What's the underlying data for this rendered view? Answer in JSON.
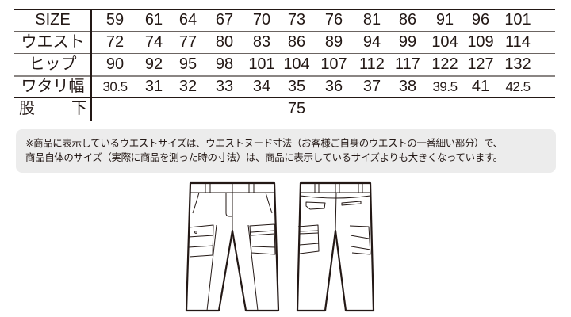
{
  "size_chart": {
    "row_headers": [
      "SIZE",
      "ウエスト",
      "ヒップ",
      "ワタリ幅",
      "股　　下"
    ],
    "sizes": [
      "59",
      "61",
      "64",
      "67",
      "70",
      "73",
      "76",
      "81",
      "86",
      "91",
      "96",
      "101"
    ],
    "waist": [
      "72",
      "74",
      "77",
      "80",
      "83",
      "86",
      "89",
      "94",
      "99",
      "104",
      "109",
      "114"
    ],
    "hip": [
      "90",
      "92",
      "95",
      "98",
      "101",
      "104",
      "107",
      "112",
      "117",
      "122",
      "127",
      "132"
    ],
    "thigh_width": [
      "30.5",
      "31",
      "32",
      "33",
      "34",
      "35",
      "36",
      "37",
      "38",
      "39.5",
      "41",
      "42.5"
    ],
    "inseam": "75"
  },
  "note": {
    "line1": "※商品に表示しているウエストサイズは、ウエストヌード寸法（お客様ご自身のウエストの一番細い部分）で、",
    "line2": "商品自体のサイズ（実際に商品を測った時の寸法）は、商品に表示しているサイズよりも大きくなっています。"
  },
  "illustrations": {
    "front": "pants-front-view",
    "back": "pants-back-view"
  },
  "colors": {
    "text": "#231815",
    "note_bg": "#ececec",
    "rule": "#6b6461"
  }
}
